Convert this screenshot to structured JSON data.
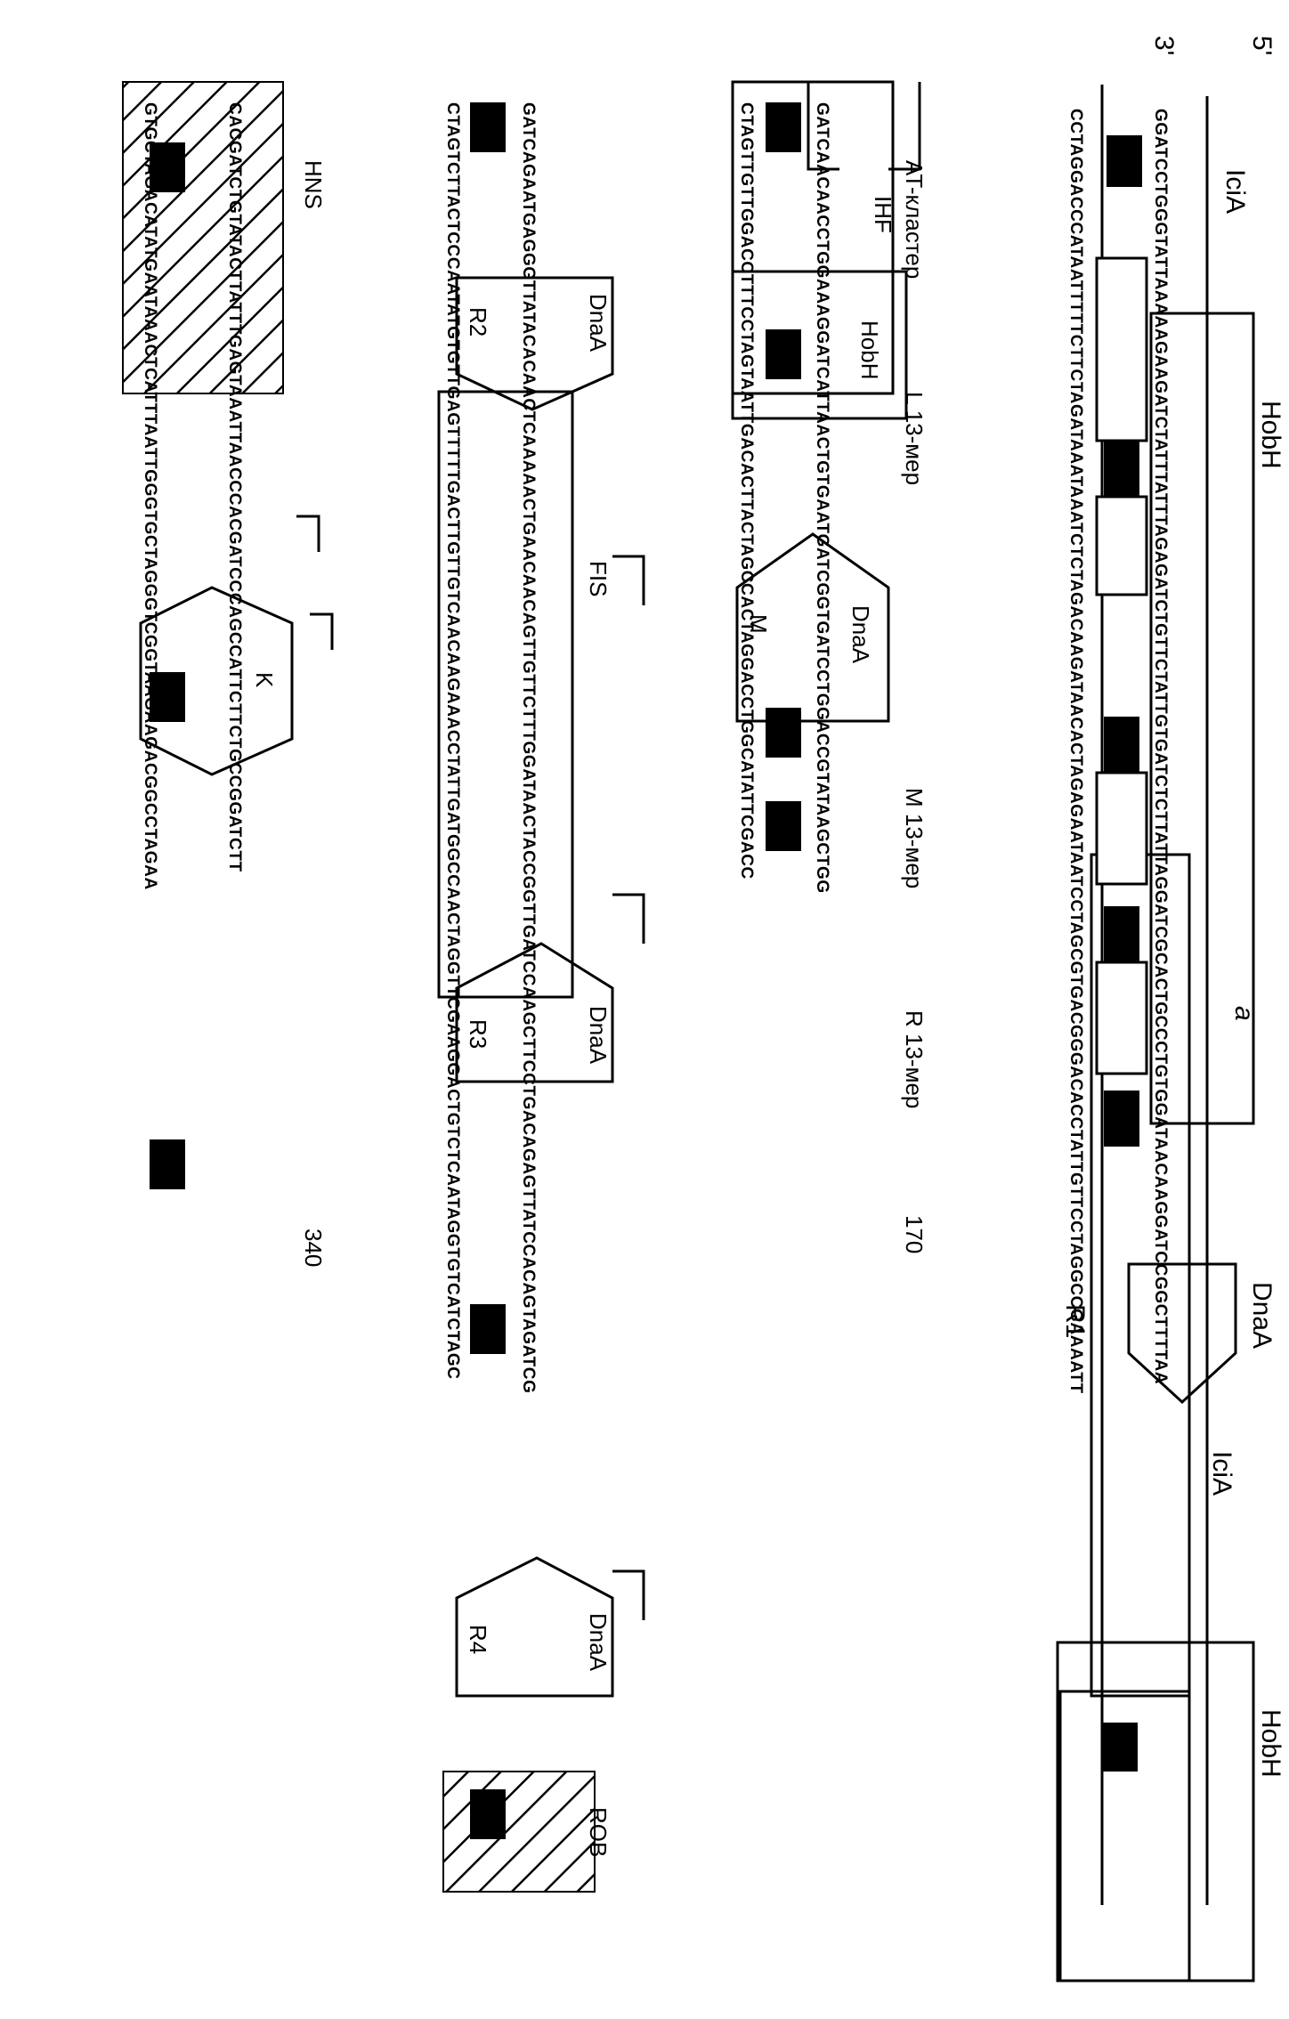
{
  "figure_label": "a",
  "strand_ends": {
    "five_prime": "5'",
    "three_prime": "3'"
  },
  "rows": [
    {
      "top": "GGATCCTGGGTATTAAAAAGAAGATCTATTTATTTAGAGATCTGTTCTATTGTGATCTCTTATTAGGATCGCACTGCCCTGTGGATAACAAGGATCCGGCTTTTAA",
      "bottom": "CCTAGGACCCATAATTTTTCTTCTAGATAAATAAATCTCTAGACAAGATAACACTAGAGAATAATCCTAGCGTGACGGGACACCTATTGTTCCTAGGCCGAAAATT"
    },
    {
      "top": "GATCAACAACCTGGAAAGGATCATTAACTGTGAATGATCGGTGATCCTGGACCGTATAAGCTGG",
      "bottom": "CTAGTTGTTGGACCTTTCCTAGTAATTGACACTTACTAGCCACTAGGACCTGGCATATTCGACC"
    },
    {
      "top": "GATCAGAATGAGGGTTATACACAACTCAAAAACTGAACAACAGTTGTTCTTTGGATAACTACCGGTTGATCCAAGCTTCCTGACAGAGTTATCCACAGTAGATCG",
      "bottom": "CTAGTCTTACTCCCAATATGTGTTGAGTTTTTGACTTGTTGTCAACAAGAAACCTATTGATGGCCAACTAGGTTCGAAGGACTGTCTCAATAGGTGTCATCTAGC"
    },
    {
      "top": "CACGATCTGTATACTTATTTGAGTAAATTAACCCACGATCCCAGCCATTCTTCTGCCGGATCTT",
      "bottom": "GTGCTAGACATATGAATAAACTCATTTAATTGGGTGCTAGGGTCGGTAAGAAGACGGCCTAGAA"
    }
  ],
  "labels": {
    "icia_1": "IciA",
    "hobh_1": "HobH",
    "icia_2": "IciA",
    "dnaa_r1": "DnaA",
    "r1": "R1",
    "hobh_2": "HobH",
    "at_cluster": "AT-кластер",
    "ihf": "IHF",
    "hobh_3": "HobH",
    "l13": "L 13-мер",
    "dnaa_m": "DnaA",
    "m": "M",
    "m13": "M 13-мер",
    "r13": "R 13-мер",
    "pos170": "170",
    "dnaa_r2": "DnaA",
    "r2": "R2",
    "fis": "FIS",
    "dnaa_r3": "DnaA",
    "r3": "R3",
    "dnaa_r4": "DnaA",
    "r4": "R4",
    "rob": "ROB",
    "hns": "HNS",
    "k": "K",
    "pos340": "340"
  }
}
